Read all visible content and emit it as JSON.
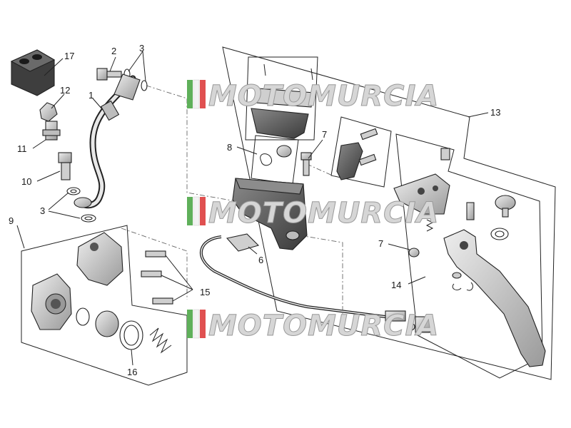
{
  "labels": [
    "1",
    "2",
    "3",
    "3",
    "6",
    "7",
    "7",
    "8",
    "9",
    "10",
    "11",
    "12",
    "13",
    "14",
    "15",
    "16",
    "17"
  ],
  "watermark": "MOTOMURCIA",
  "colors": {
    "stripe_green": "#5fb05a",
    "stripe_white": "#f2f2f2",
    "stripe_red": "#e05050",
    "line": "#222222"
  }
}
